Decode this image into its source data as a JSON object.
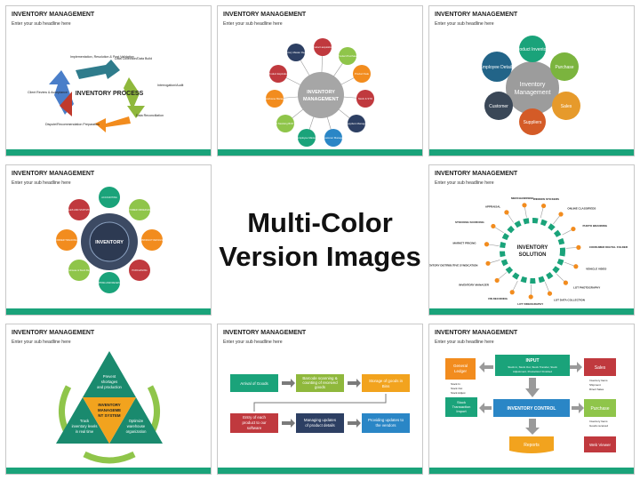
{
  "title": "INVENTORY MANAGEMENT",
  "subtitle": "Enter your sub headline here",
  "center": {
    "line1": "Multi-Color",
    "line2": "Version Images"
  },
  "s1": {
    "center": "INVENTORY PROCESS",
    "labels": [
      "Implementation, Resolution & Post Validation",
      "Data Collection/Data Build",
      "Interrogation/Audit",
      "Data Reconciliation",
      "Dispute/Recommendation Preparation",
      "Client Review & Acceptance"
    ]
  },
  "s2": {
    "center": [
      "INVENTORY",
      "MANAGEMENT"
    ],
    "nodes": [
      "Product acquisition",
      "Product Purchase",
      "Product Sale",
      "Stock & STO",
      "Suppliers Manager",
      "Customer Manager",
      "Employee Master",
      "Product Stocking BOP & ERP",
      "Warehouse Manager",
      "Product Expiration",
      "Inventory Master Reports"
    ]
  },
  "s3": {
    "center": [
      "Inventory",
      "Management"
    ],
    "nodes": [
      "Product Inventory",
      "Purchase",
      "Sales",
      "Suppliers",
      "Customer",
      "Employee Details"
    ]
  },
  "s4": {
    "center": "INVENTORY",
    "nodes": [
      "ACCOUNTING",
      "CUSTOMER ORDER ENTRY",
      "PRODUCT DETAILS",
      "PURCHASING",
      "SHIPPING AND RECEIVING",
      "Warehouse & Stock Report",
      "ORDER TRACKING",
      "SALES AND STATISTICS"
    ]
  },
  "s5": {
    "center": [
      "INVENTORY",
      "SOLUTION"
    ],
    "labels": [
      "MERCHANDISING",
      "WINDOW STICKERS",
      "ONLINE CLASSIFIEDS",
      "PHOTO BRANDING",
      "CONSUMER DIGITAL FOLDER",
      "VEHICLE VIDEO",
      "LOT PHOTOGRAPHY",
      "LOT DATA COLLECTION",
      "LOT VIDEOGRAPHY",
      "VIN DECODING",
      "INVENTORY MANAGER",
      "ONLINE INVENTORY DISTRIBUTIVE SYNDICATION",
      "MARKET PRICING",
      "STOCKING SOURCING",
      "APPRAISAL"
    ]
  },
  "s6": {
    "center": [
      "INVENTORY",
      "MANAGEME",
      "NT SYSTEM"
    ],
    "top": [
      "Prevent",
      "shortages",
      "and production"
    ],
    "left": [
      "Track",
      "inventory levels",
      "in real time"
    ],
    "right": [
      "Optimize",
      "warehouse",
      "organization"
    ]
  },
  "s7": {
    "row1": [
      [
        "Arrival of Goods"
      ],
      [
        "Barcode scanning &",
        "counting of received",
        "goods"
      ],
      [
        "Storage of goods in",
        "Bins"
      ]
    ],
    "row2": [
      [
        "Entry of each",
        "product to our",
        "software"
      ],
      [
        "Managing updates",
        "of product details"
      ],
      [
        "Providing updates to",
        "the vendors"
      ]
    ]
  },
  "s8": {
    "input_title": "INPUT",
    "input_desc": [
      "Stock in, Stock Out, Stock Transfer, Stock",
      "Adjustment, Production/ Finished"
    ],
    "general_ledger": [
      "General",
      "Ledger"
    ],
    "gl_items": [
      "Stock In",
      "Stock Out",
      "Stock Adjust"
    ],
    "sales": "Sales",
    "sales_items": [
      "Inventory Items",
      "Shipment",
      "Direct Sales"
    ],
    "stock_import": [
      "Stock",
      "Transaction",
      "Import"
    ],
    "control": "INVENTORY CONTROL",
    "purchase": "Purchase",
    "purchase_items": [
      "Inventory Items",
      "Goods received"
    ],
    "reports": "Reports",
    "web_viewer": "Web Viewer"
  },
  "colors": {
    "accent": "#1aa37a"
  }
}
